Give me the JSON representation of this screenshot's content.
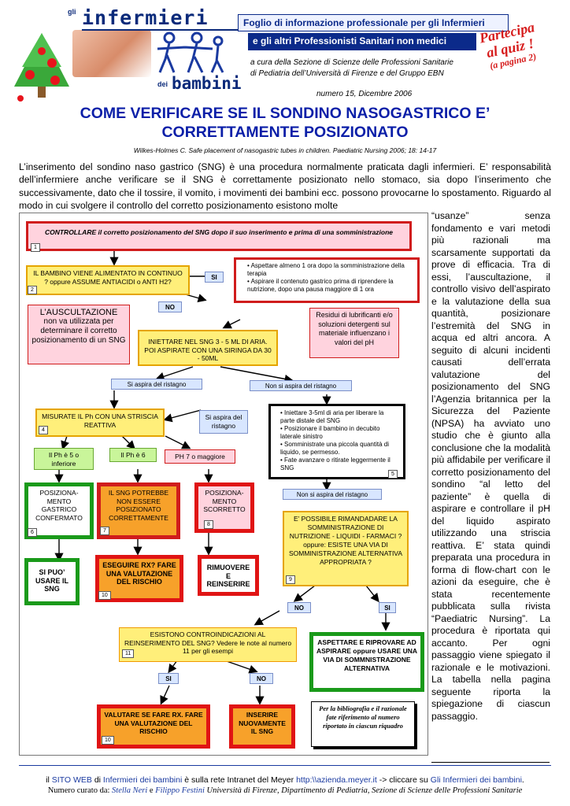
{
  "header": {
    "logo_gli": "gli",
    "logo_infermieri": "infermieri",
    "logo_dei": "dei",
    "logo_bambini": "bambini",
    "bar_line1": "Foglio di informazione professionale per gli Infermieri",
    "bar_line2": "e gli altri Professionisti Sanitari non medici",
    "curated_line1": "a cura della Sezione di Scienze delle Professioni Sanitarie",
    "curated_line2": "di Pediatria dell’Università di Firenze e del Gruppo EBN",
    "issue": "numero 15, Dicembre 2006",
    "quiz_line1": "Partecipa",
    "quiz_line2": "al quiz !",
    "quiz_line3": "(a pagina 2)"
  },
  "article": {
    "title_line1": "COME VERIFICARE SE IL SONDINO NASOGASTRICO E’",
    "title_line2": "CORRETTAMENTE POSIZIONATO",
    "citation": "Wilkes-Holmes C. Safe placement of nasogastric tubes in children. Paediatric Nursing 2006; 18: 14-17",
    "intro": "L’inserimento del sondino naso gastrico (SNG) è una procedura normalmente praticata dagli infermieri. E’ responsabilità dell’infermiere anche verificare se il SNG è correttamente posizionato nello stomaco, sia dopo l’inserimento che successivamente, dato che il tossire, il vomito, i movimenti dei bambini ecc. possono provocarne lo spostamento. Riguardo al modo in cui svolgere il controllo del corretto posizionamento esistono molte",
    "side_text": "“usanze” senza fondamento e vari metodi più razionali ma scarsamente supportati da prove di efficacia. Tra di essi, l’auscultazione, il controllo visivo dell’aspirato e la valutazione della sua quantità, posizionare l’estremità del SNG in acqua ed altri ancora. A seguito di alcuni incidenti causati dell’errata valutazione del posizionamento del SNG l’Agenzia britannica per la Sicurezza del Paziente (NPSA) ha avviato uno studio che è giunto alla conclusione che la modalità più affidabile per verificare il corretto posizionamento del sondino “al letto del paziente” è quella di aspirare e controllare il pH del liquido aspirato utilizzando una striscia reattiva. E’ stata quindi preparata una procedura in forma di flow-chart con le azioni da eseguire, che è stata recentemente pubblicata sulla rivista “Paediatric Nursing”. La procedura è riportata qui accanto. Per ogni passaggio viene spiegato il razionale e le motivazioni. La tabella nella pagina seguente riporta la spiegazione di ciascun passaggio."
  },
  "flow": {
    "b1": "CONTROLLARE il corretto posizionamento del SNG  dopo il suo inserimento e prima di una somministrazione",
    "b2": "IL BAMBINO VIENE ALIMENTATO IN CONTINUO ? oppure ASSUME ANTIACIDI o ANTI H2?",
    "si_1": "SI",
    "right_top_1": "Aspettare almeno 1 ora dopo la somministrazione della terapia",
    "right_top_2": "Aspirare il contenuto gastrico prima di riprendere la nutrizione, dopo una pausa maggiore di 1 ora",
    "no_1": "NO",
    "ausc_title": "L’AUSCULTAZIONE",
    "ausc_text": "non va utilizzata per determinare il corretto posizionamento di un SNG",
    "b3": "INIETTARE NEL SNG 3 - 5 ML DI ARIA. POI ASPIRATE CON UNA SIRINGA DA 30 - 50ML",
    "residui": "Residui di lubrificanti e/o soluzioni detergenti sul materiale influenzano i valori del pH",
    "aspira": "Si aspira del ristagno",
    "non_aspira": "Non si aspira del ristagno",
    "b4": "MISURATE IL Ph CON  UNA STRISCIA REATTIVA",
    "si_aspira_2": "Si aspira del ristagno",
    "b5_items": [
      "Iniettare 3-5ml di aria per liberare la parte distale del SNG",
      "Posizionare il bambino in decubito laterale sinistro",
      "Somministrate una piccola quantità di liquido, se permesso.",
      "Fate avanzare o ritirate leggermente il SNG"
    ],
    "ph_low": "Il Ph è 5 o inferiore",
    "ph_6": "Il Ph è 6",
    "ph_7": "PH 7 o maggiore",
    "b6": "POSIZIONA-MENTO GASTRICO CONFERMATO",
    "b7": "IL SNG POTREBBE NON ESSERE POSIZIONATO CORRETTAMENTE",
    "b8": "POSIZIONA-MENTO SCORRETTO",
    "non_aspira_2": "Non si aspira del ristagno",
    "b9": "E’ POSSIBILE RIMANDADARE LA SOMMINISTRAZIONE DI NUTRIZIONE - LIQUIDI - FARMACI ? oppure: ESISTE UNA VIA DI SOMMINISTRAZIONE ALTERNATIVA APPROPRIATA ?",
    "si_puo": "SI PUO’ USARE IL SNG",
    "b10a": "ESEGUIRE RX? FARE UNA VALUTAZIONE DEL RISCHIO",
    "rimuovere": "RIMUOVERE E REINSERIRE",
    "no_2": "NO",
    "si_2": "SI",
    "b11": "ESISTONO CONTROINDICAZIONI AL REINSERIMENTO DEL SNG? Vedere le note al numero 11 per gli esempi",
    "aspettare": "ASPETTARE E RIPROVARE AD ASPIRARE oppure USARE UNA VIA DI SOMMNISTRAZIONE ALTERNATIVA",
    "si_3": "SI",
    "no_3": "NO",
    "b10b": "VALUTARE SE FARE RX. FARE UNA VALUTAZIONE DEL RISCHIO",
    "inserire": "INSERIRE NUOVAMENTE IL SNG",
    "biblio": "Per la bibliografia e il razionale fate riferimento al numero riportato in ciascun riquadro",
    "n1": "1",
    "n2": "2",
    "n4": "4",
    "n5": "5",
    "n6": "6",
    "n7": "7",
    "n8": "8",
    "n9": "9",
    "n10a": "10",
    "n11": "11",
    "n10b": "10"
  },
  "footer": {
    "line1_a": "il ",
    "line1_link1": "SITO WEB",
    "line1_b": " di ",
    "line1_link2": "Infermieri dei bambini",
    "line1_c": " è sulla rete Intranet del Meyer ",
    "line1_url": "http:\\\\azienda.meyer.it",
    "line1_d": " -> cliccare su ",
    "line1_link3": "Gli Infermieri dei bambini",
    "line1_e": ".",
    "line2_a": "Numero curato da: ",
    "line2_names": "Stella Neri",
    "line2_b": " e ",
    "line2_names2": "Filippo Festini",
    "line2_c": " Università di Firenze, Dipartimento di Pediatria, Sezione di Scienze delle Professioni Sanitarie"
  }
}
